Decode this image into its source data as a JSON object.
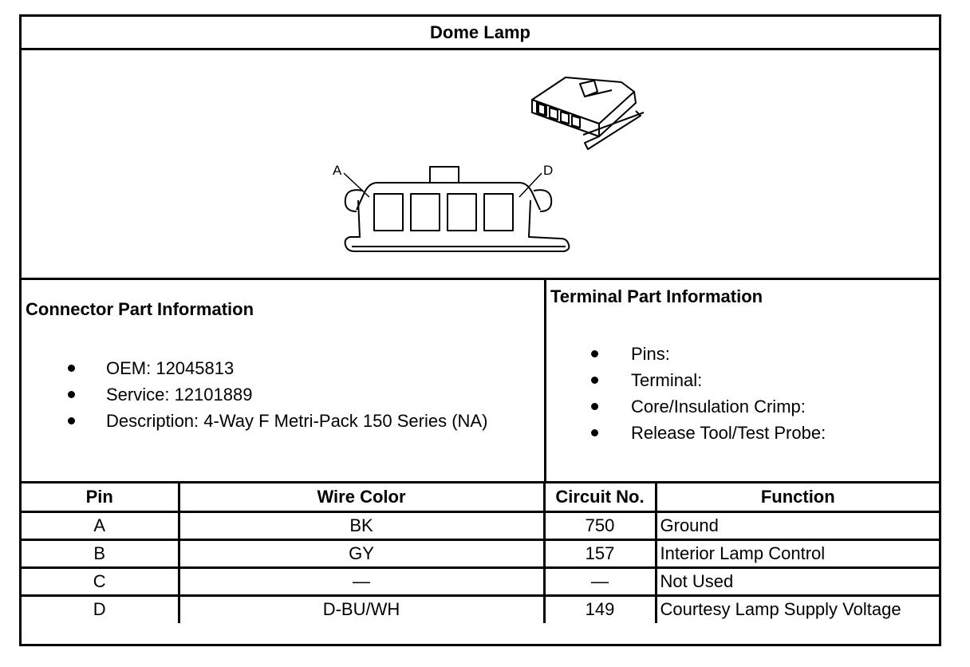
{
  "title": "Dome Lamp",
  "figure": {
    "pin_label_left": "A",
    "pin_label_right": "D"
  },
  "connector": {
    "heading": "Connector Part Information",
    "items": [
      "OEM: 12045813",
      "Service: 12101889",
      "Description: 4-Way F Metri-Pack 150 Series (NA)"
    ]
  },
  "terminal": {
    "heading": "Terminal Part Information",
    "items": [
      "Pins:",
      "Terminal:",
      "Core/Insulation Crimp:",
      "Release Tool/Test Probe:"
    ]
  },
  "table": {
    "headers": [
      "Pin",
      "Wire Color",
      "Circuit No.",
      "Function"
    ],
    "rows": [
      [
        "A",
        "BK",
        "750",
        "Ground"
      ],
      [
        "B",
        "GY",
        "157",
        "Interior Lamp Control"
      ],
      [
        "C",
        "—",
        "—",
        "Not Used"
      ],
      [
        "D",
        "D-BU/WH",
        "149",
        "Courtesy Lamp Supply Voltage"
      ]
    ]
  }
}
